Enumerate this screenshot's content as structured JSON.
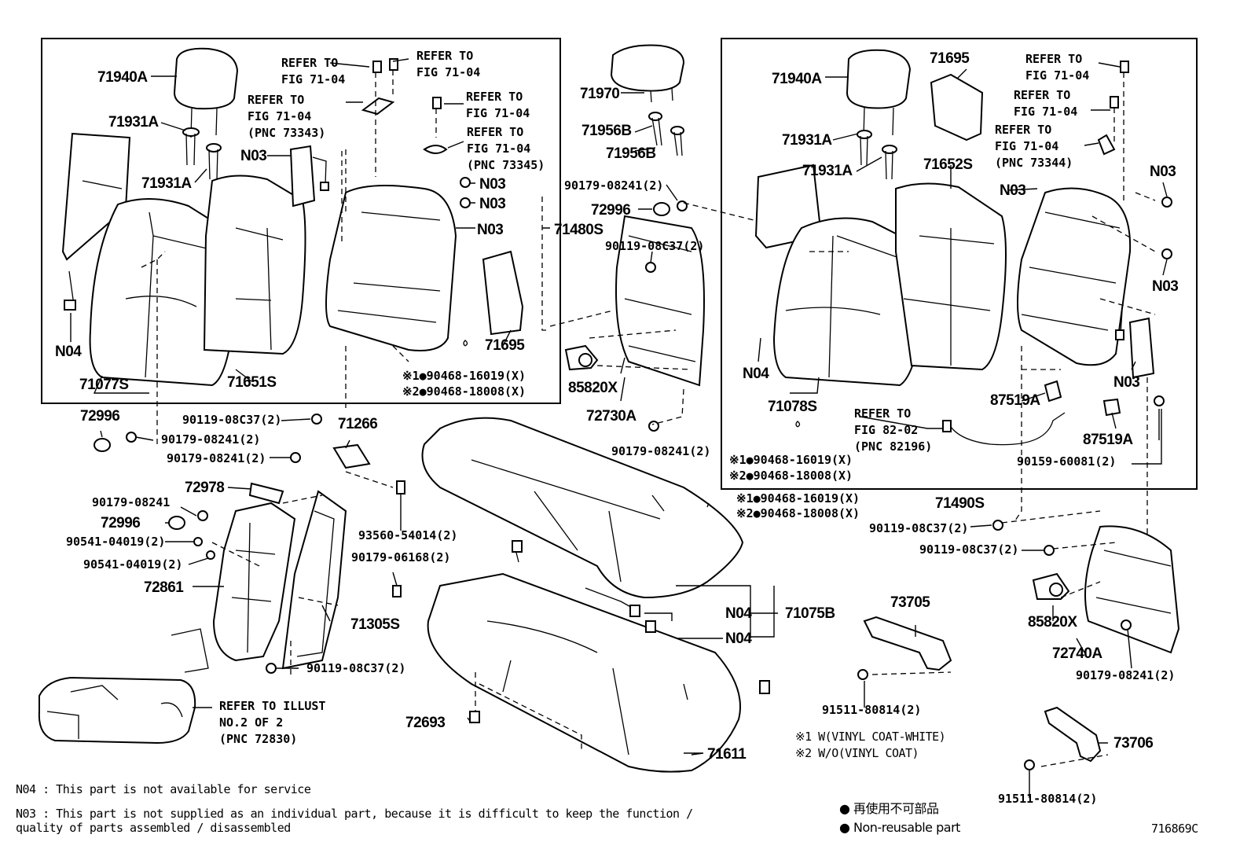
{
  "parts": {
    "p71940A_l": "71940A",
    "p71931A_l1": "71931A",
    "p71931A_l2": "71931A",
    "p71077S": "71077S",
    "p71651S": "71651S",
    "pN04_l": "N04",
    "pN03_a": "N03",
    "pN03_b": "N03",
    "pN03_c": "N03",
    "pN03_d": "N03",
    "p71480S": "71480S",
    "p71695_l": "71695",
    "p71970": "71970",
    "p71956B_1": "71956B",
    "p71956B_2": "71956B",
    "p90179_08241_2a": "90179-08241(2)",
    "p72996_a": "72996",
    "p90119_08C37_2a": "90119-08C37(2)",
    "p85820X_a": "85820X",
    "p72730A": "72730A",
    "p90179_08241_2b": "90179-08241(2)",
    "p71940A_r": "71940A",
    "p71695_r": "71695",
    "p71931A_r1": "71931A",
    "p71931A_r2": "71931A",
    "p71652S": "71652S",
    "pN03_r1": "N03",
    "pN03_r2": "N03",
    "pN03_r3": "N03",
    "pN03_r4": "N03",
    "pN04_r": "N04",
    "p71078S": "71078S",
    "p87519A_1": "87519A",
    "p87519A_2": "87519A",
    "p90159_60081": "90159-60081(2)",
    "p71490S": "71490S",
    "p72996_b": "72996",
    "p90119_08C37_2b": "90119-08C37(2)",
    "p90179_08241_2c": "90179-08241(2)",
    "p71266": "71266",
    "p90179_08241_2d": "90179-08241(2)",
    "p72978": "72978",
    "p90179_08241": "90179-08241",
    "p72996_c": "72996",
    "p90541_04019_2a": "90541-04019(2)",
    "p90541_04019_2b": "90541-04019(2)",
    "p72861": "72861",
    "p93560_54014": "93560-54014(2)",
    "p90179_06168": "90179-06168(2)",
    "p71305S": "71305S",
    "p90119_08C37_2c": "90119-08C37(2)",
    "pN04_c1": "N04",
    "pN04_c2": "N04",
    "p71075B": "71075B",
    "p72693": "72693",
    "p71611": "71611",
    "p90119_08C37_2d": "90119-08C37(2)",
    "p90119_08C37_2e": "90119-08C37(2)",
    "p85820X_b": "85820X",
    "p72740A": "72740A",
    "p90179_08241_2e": "90179-08241(2)",
    "p73705": "73705",
    "p91511_80814_a": "91511-80814(2)",
    "p73706": "73706",
    "p91511_80814_b": "91511-80814(2)"
  },
  "refs": {
    "r1": "REFER TO\nFIG 71-04",
    "r2": "REFER TO\nFIG 71-04",
    "r3": "REFER TO\nFIG 71-04\n(PNC 73343)",
    "r4": "REFER TO\nFIG 71-04",
    "r5": "REFER TO\nFIG 71-04\n(PNC 73345)",
    "r6": "REFER TO\nFIG 71-04",
    "r7": "REFER TO\nFIG 71-04",
    "r8": "REFER TO\nFIG 71-04\n(PNC 73344)",
    "r9": "REFER TO\nFIG 82-02\n(PNC 82196)",
    "r10": "REFER TO ILLUST\nNO.2 OF 2\n(PNC 72830)"
  },
  "marks": {
    "m_l1": "※1●90468-16019(X)",
    "m_l2": "※2●90468-18008(X)",
    "m_r1": "※1●90468-16019(X)",
    "m_r2": "※2●90468-18008(X)",
    "m_c1": "※1●90468-16019(X)",
    "m_c2": "※2●90468-18008(X)"
  },
  "legend": {
    "vinyl1": "※1 W(VINYL COAT-WHITE)",
    "vinyl2": "※2 W/O(VINYL COAT)",
    "nr_jp": "● 再使用不可部品",
    "nr_en": "● Non-reusable part"
  },
  "notes": {
    "n04": "N04 : This part is not available for service",
    "n03_line1": "N03 : This part is not supplied as an individual part, because it is difficult to keep the function /",
    "n03_line2": "      quality of parts assembled / disassembled"
  },
  "illustration_id": "716869C"
}
